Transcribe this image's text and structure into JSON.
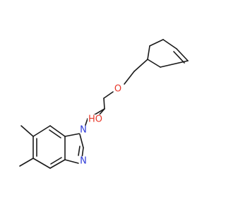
{
  "atoms": {
    "oxygen_ether": {
      "label": "O",
      "color": "#e8382a"
    },
    "oxygen_hydroxyl": {
      "label": "HO",
      "color": "#e8382a"
    },
    "nitrogen_n1": {
      "label": "N",
      "color": "#2f3bd8"
    },
    "nitrogen_n3": {
      "label": "N",
      "color": "#2f3bd8"
    }
  },
  "colors": {
    "bond": "#1a1a1a",
    "background": "#ffffff"
  }
}
